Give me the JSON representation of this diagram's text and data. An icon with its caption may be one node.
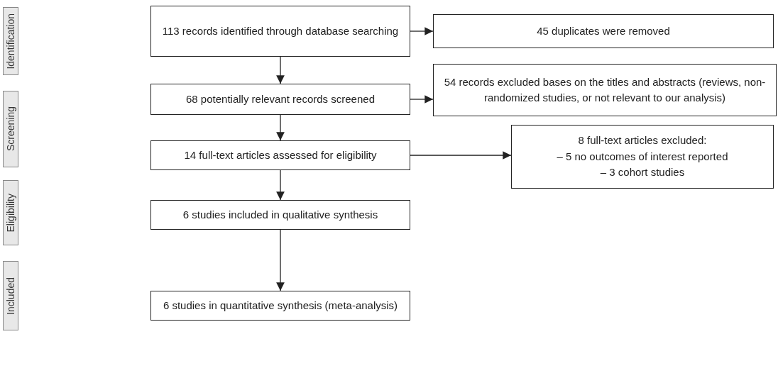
{
  "diagram": {
    "nodes": [
      {
        "text": [
          "Identification"
        ]
      },
      {
        "text": [
          "113 records identified through database searching"
        ]
      },
      {
        "text": [
          "45 duplicates were removed"
        ]
      },
      {
        "text": [
          "68 potentially relevant records screened"
        ]
      },
      {
        "text": [
          "54 records excluded bases on the titles and abstracts (reviews, non-randomized studies, or not relevant to our analysis)"
        ]
      },
      {
        "text": [
          "Screening"
        ]
      },
      {
        "text": [
          "14 full-text articles assessed for eligibility"
        ]
      },
      {
        "text": [
          "8 full-text articles excluded:",
          "– 5 no outcomes of interest reported",
          "– 3 cohort studies"
        ]
      },
      {
        "text": [
          "Eligibility"
        ]
      },
      {
        "text": [
          "6 studies included in qualitative synthesis"
        ]
      },
      {
        "text": [
          "Included"
        ]
      },
      {
        "text": [
          "6 studies in quantitative synthesis (meta-analysis)"
        ]
      }
    ],
    "edges": [
      {
        "from": 1,
        "to": 2,
        "arrow": "to"
      },
      {
        "from": 1,
        "to": 3,
        "arrow": "to"
      },
      {
        "from": 3,
        "to": 4,
        "arrow": "to"
      },
      {
        "from": 3,
        "to": 6,
        "arrow": "to"
      },
      {
        "from": 6,
        "to": 7,
        "arrow": "to"
      },
      {
        "from": 6,
        "to": 9,
        "arrow": "to"
      },
      {
        "from": 9,
        "to": 11,
        "arrow": "to"
      }
    ]
  }
}
